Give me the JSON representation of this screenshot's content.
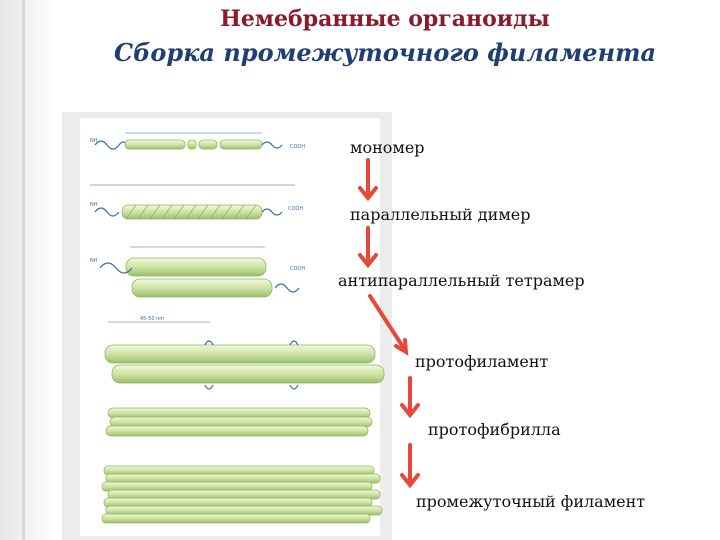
{
  "header": {
    "title": "Немебранные органоиды",
    "subtitle": "Сборка промежуточного филамента"
  },
  "steps": [
    {
      "label": "мономер"
    },
    {
      "label": "параллельный димер"
    },
    {
      "label": "антипараллельный  тетрамер"
    },
    {
      "label": "протофиламент"
    },
    {
      "label": "протофибрилла"
    },
    {
      "label": "промежуточный филамент"
    }
  ],
  "colors": {
    "title": "#8b1a2b",
    "subtitle": "#1f3f72",
    "arrow": "#e8473c",
    "rod": "#cfe3a5",
    "rod_dark": "#8fb85a",
    "annotation": "#3a6ea5"
  },
  "icons": {
    "arrow": "down-arrow-icon"
  }
}
